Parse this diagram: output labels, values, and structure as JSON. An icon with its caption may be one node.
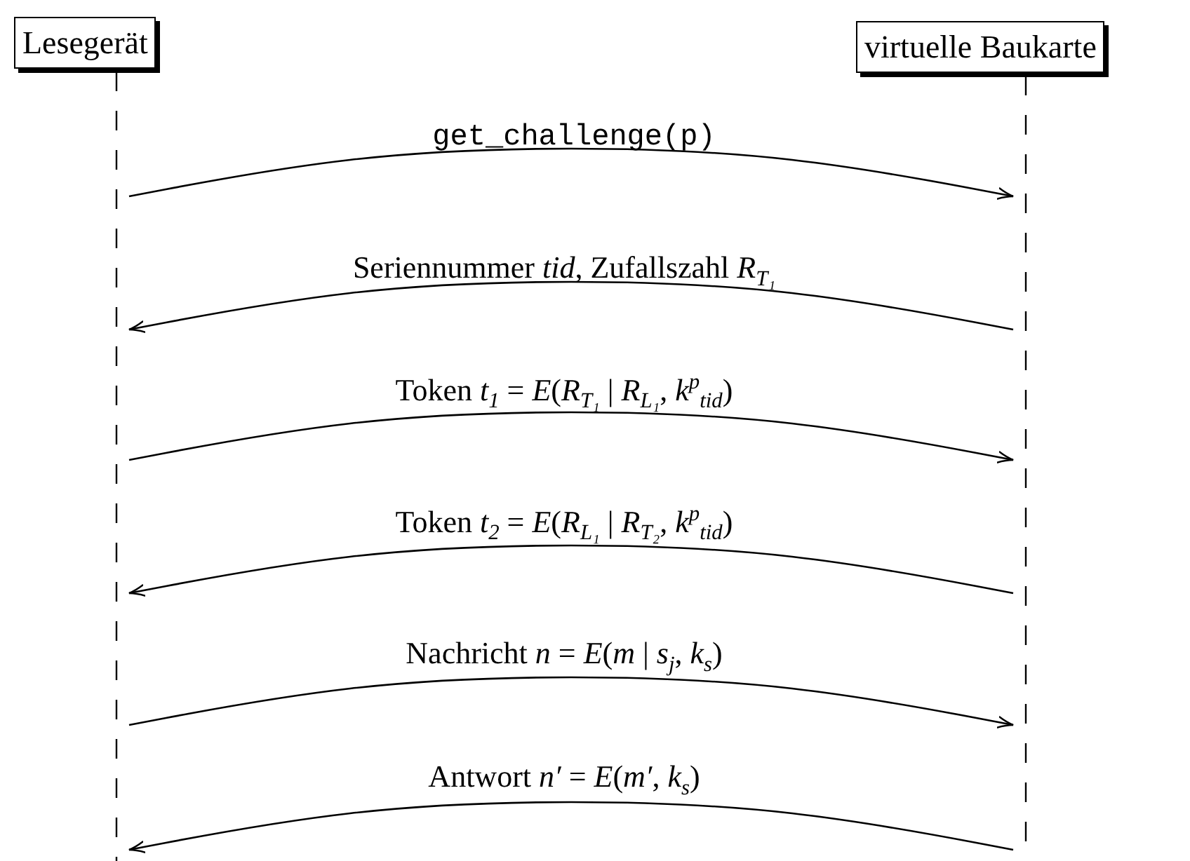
{
  "diagram": {
    "nodes": [
      {
        "text": [
          "Lesegerät"
        ]
      },
      {
        "text": [
          "virtuelle Baukarte"
        ]
      }
    ],
    "edges": [
      {
        "from": 0,
        "to": 1,
        "arrow": "to",
        "label": "get_challenge(p)"
      },
      {
        "from": 1,
        "to": 0,
        "arrow": "to",
        "label": "Seriennummer *tid*, Zufallszahl *R*$_{T₁}$"
      },
      {
        "from": 0,
        "to": 1,
        "arrow": "to",
        "label": "Token *t*$_{1}$ = *E*(*R*$_{T₁}$ | *R*$_{L₁}$, *k*$^{p}$$_{tid}$)"
      },
      {
        "from": 1,
        "to": 0,
        "arrow": "to",
        "label": "Token *t*$_{2}$ = *E*(*R*$_{L₁}$ | *R*$_{T₂}$, *k*$^{p}$$_{tid}$)"
      },
      {
        "from": 0,
        "to": 1,
        "arrow": "to",
        "label": "Nachricht *n* = *E*(*m* | *s*$_{j}$, *k*$_{s}$)"
      },
      {
        "from": 1,
        "to": 0,
        "arrow": "to",
        "label": "Antwort *n′* = *E*(*m′*, *k*$_{s}$)"
      }
    ]
  }
}
